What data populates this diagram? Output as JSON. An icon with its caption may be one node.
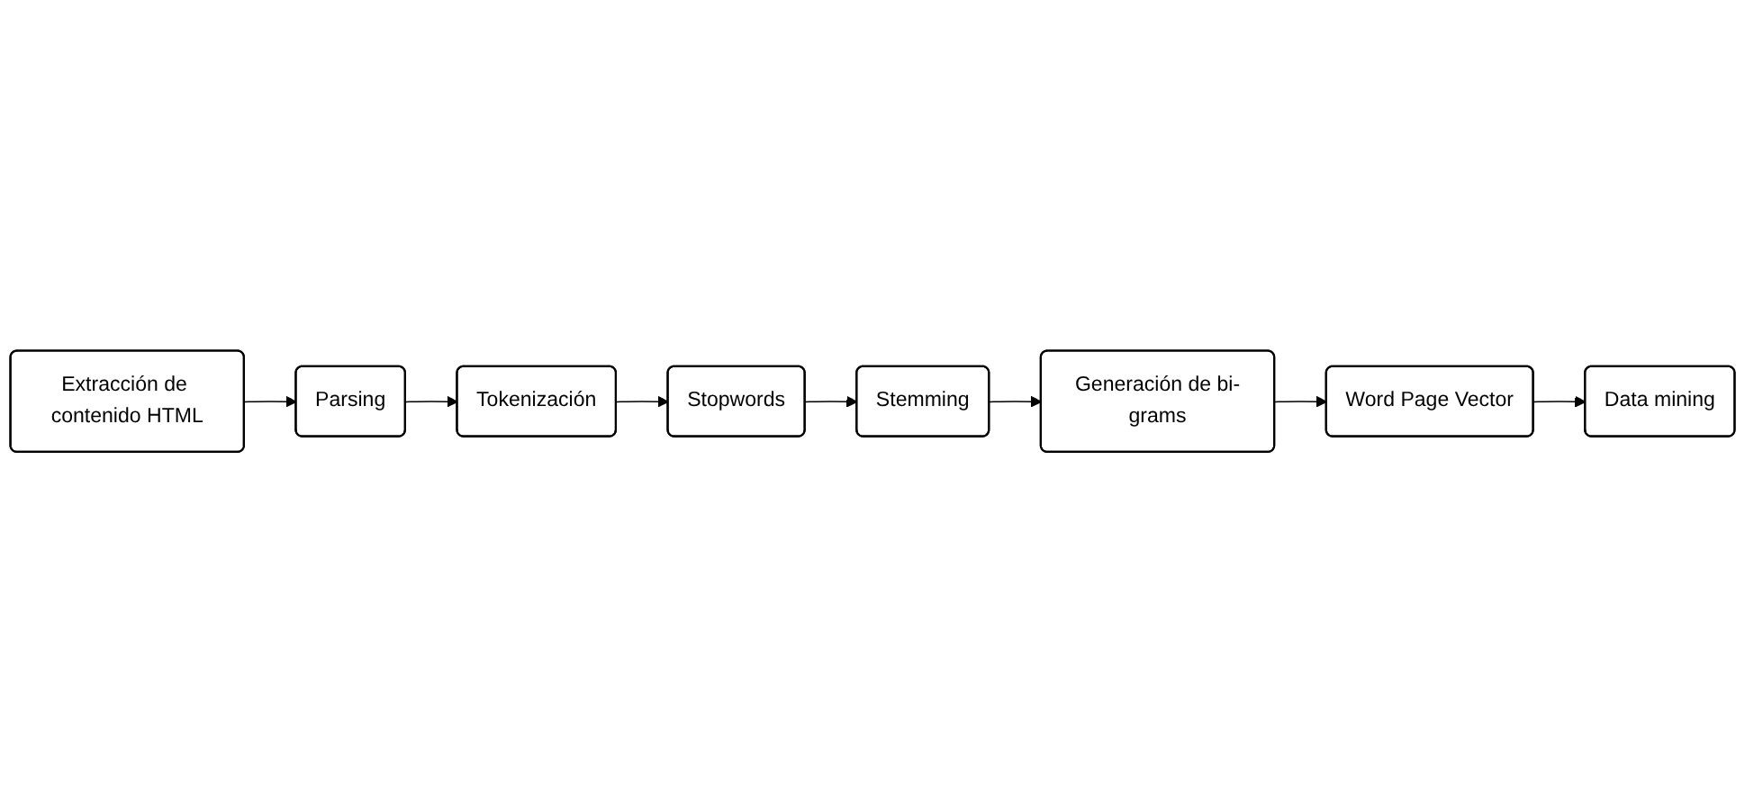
{
  "diagram": {
    "nodes": [
      {
        "text": [
          "Extracción de contenido HTML"
        ]
      },
      {
        "text": [
          "Parsing"
        ]
      },
      {
        "text": [
          "Tokenización"
        ]
      },
      {
        "text": [
          "Stopwords"
        ]
      },
      {
        "text": [
          "Stemming"
        ]
      },
      {
        "text": [
          "Generación de bi-grams"
        ]
      },
      {
        "text": [
          "Word Page Vector"
        ]
      },
      {
        "text": [
          "Data mining"
        ]
      }
    ],
    "edges": [
      {
        "from": 0,
        "to": 1,
        "arrow": "to"
      },
      {
        "from": 1,
        "to": 2,
        "arrow": "to"
      },
      {
        "from": 2,
        "to": 3,
        "arrow": "to"
      },
      {
        "from": 3,
        "to": 4,
        "arrow": "to"
      },
      {
        "from": 4,
        "to": 5,
        "arrow": "to"
      },
      {
        "from": 5,
        "to": 6,
        "arrow": "to"
      },
      {
        "from": 6,
        "to": 7,
        "arrow": "to"
      }
    ]
  }
}
